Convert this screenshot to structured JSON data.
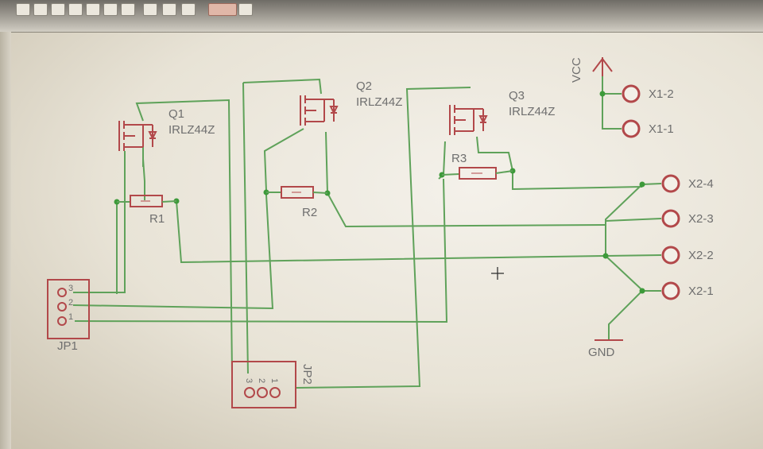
{
  "toolbar": {
    "icons": [
      "tool-icon",
      "tool-icon",
      "tool-icon",
      "tool-icon",
      "tool-icon",
      "tool-icon",
      "tool-icon",
      "tool-icon",
      "tool-icon",
      "tool-icon",
      "tool-icon",
      "tool-icon"
    ]
  },
  "schematic": {
    "mosfets": [
      {
        "ref": "Q1",
        "value": "IRLZ44Z"
      },
      {
        "ref": "Q2",
        "value": "IRLZ44Z"
      },
      {
        "ref": "Q3",
        "value": "IRLZ44Z"
      }
    ],
    "resistors": [
      {
        "ref": "R1"
      },
      {
        "ref": "R2"
      },
      {
        "ref": "R3"
      }
    ],
    "connectors": [
      {
        "ref": "JP1",
        "pins": [
          "3",
          "2",
          "1"
        ]
      },
      {
        "ref": "JP2",
        "pins": [
          "3",
          "2",
          "1"
        ]
      }
    ],
    "terminals": [
      "X1-2",
      "X1-1",
      "X2-4",
      "X2-3",
      "X2-2",
      "X2-1"
    ],
    "supply": {
      "vcc": "VCC",
      "gnd": "GND"
    },
    "colors": {
      "wire": "#5fa25a",
      "part": "#b2484a",
      "label": "#6f6f6f",
      "junction": "#3d9a3a"
    }
  }
}
